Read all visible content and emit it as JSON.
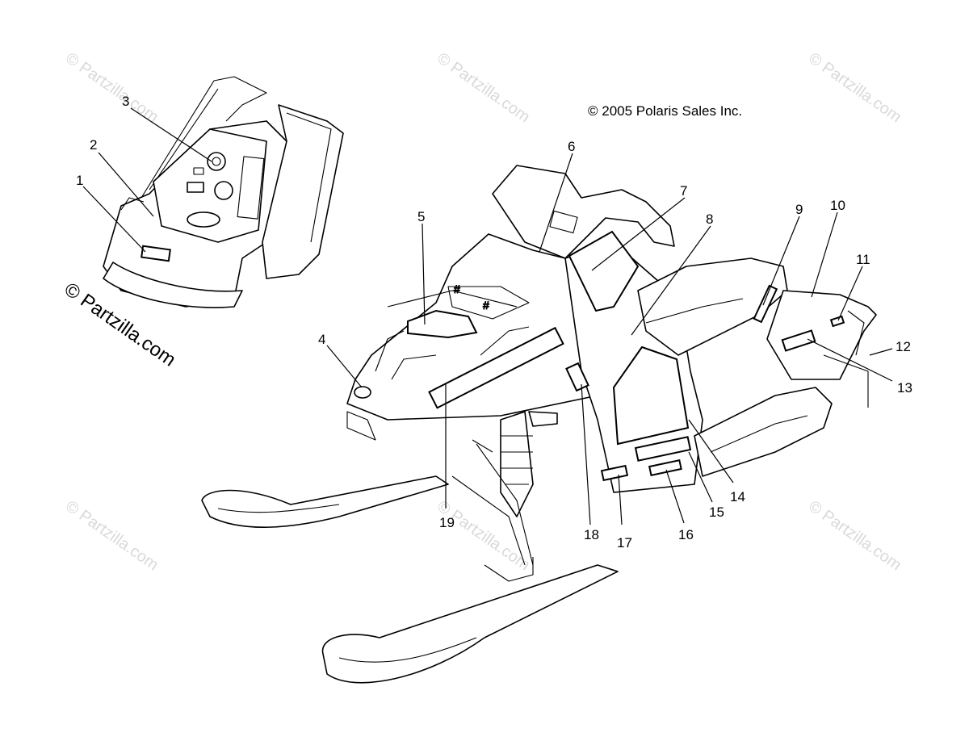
{
  "copyright": "© 2005 Polaris Sales Inc.",
  "brand_mark": "© Partzilla.com",
  "watermark": "© Partzilla.com",
  "callouts": [
    "1",
    "2",
    "3",
    "4",
    "5",
    "6",
    "7",
    "8",
    "9",
    "10",
    "11",
    "12",
    "13",
    "14",
    "15",
    "16",
    "17",
    "18",
    "19"
  ]
}
